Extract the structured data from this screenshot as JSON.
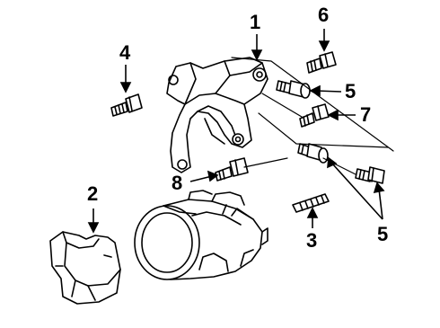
{
  "callouts": [
    {
      "id": "c1",
      "text": "1"
    },
    {
      "id": "c2",
      "text": "2"
    },
    {
      "id": "c3",
      "text": "3"
    },
    {
      "id": "c4",
      "text": "4"
    },
    {
      "id": "c5a",
      "text": "5"
    },
    {
      "id": "c5b",
      "text": "5"
    },
    {
      "id": "c6",
      "text": "6"
    },
    {
      "id": "c7",
      "text": "7"
    },
    {
      "id": "c8",
      "text": "8"
    }
  ],
  "colors": {
    "line": "#000000",
    "background": "#ffffff"
  }
}
